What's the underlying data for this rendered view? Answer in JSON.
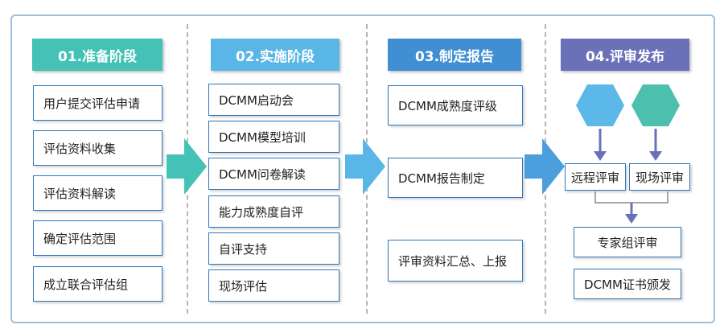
{
  "phases": [
    {
      "title": "01.准备阶段",
      "color": "#43c2b5",
      "items": [
        "用户提交评估申请",
        "评估资料收集",
        "评估资料解读",
        "确定评估范围",
        "成立联合评估组"
      ]
    },
    {
      "title": "02.实施阶段",
      "color": "#5ab6e6",
      "items": [
        "DCMM启动会",
        "DCMM模型培训",
        "DCMM问卷解读",
        "能力成熟度自评",
        "自评支持",
        "现场评估"
      ]
    },
    {
      "title": "03.制定报告",
      "color": "#3f8fd2",
      "items": [
        "DCMM成熟度评级",
        "DCMM报告制定",
        "评审资料汇总、上报"
      ]
    },
    {
      "title": "04.评审发布",
      "color": "#6b71b8",
      "review_types": [
        "远程评审",
        "现场评审"
      ],
      "items": [
        "专家组评审",
        "DCMM证书颁发"
      ]
    }
  ],
  "colors": {
    "border": "#2f77b9",
    "hex_remote": "#5bb8e8",
    "hex_onsite": "#4cbfae",
    "flow_arrow": "#6b71b8",
    "arrow1": "#43c2b5",
    "arrow2": "#5ab6e6",
    "arrow3": "#4a9fdc"
  },
  "icons": [
    "hexagon-icon",
    "hexagon-icon"
  ]
}
